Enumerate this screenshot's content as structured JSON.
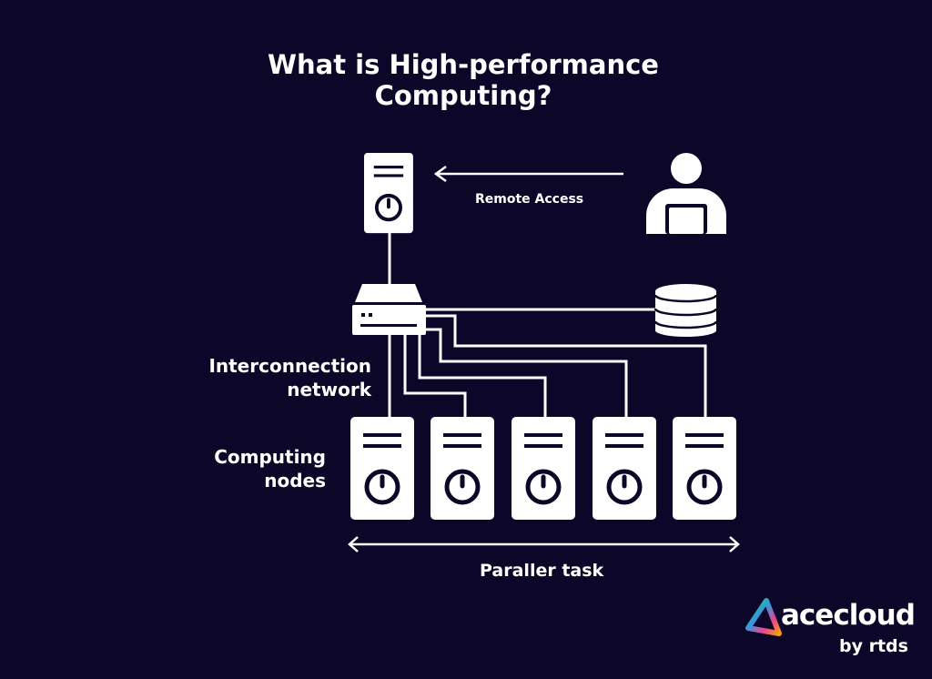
{
  "title": {
    "line1": "What is High-performance",
    "line2": "Computing?"
  },
  "labels": {
    "remote_access": "Remote Access",
    "interconnection_line1": "Interconnection",
    "interconnection_line2": "network",
    "computing_line1": "Computing",
    "computing_line2": "nodes",
    "parallel_task": "Paraller task"
  },
  "logo": {
    "brand": "acecloud",
    "byline": "by rtds"
  },
  "colors": {
    "background": "#0c0628",
    "foreground": "#ffffff"
  }
}
